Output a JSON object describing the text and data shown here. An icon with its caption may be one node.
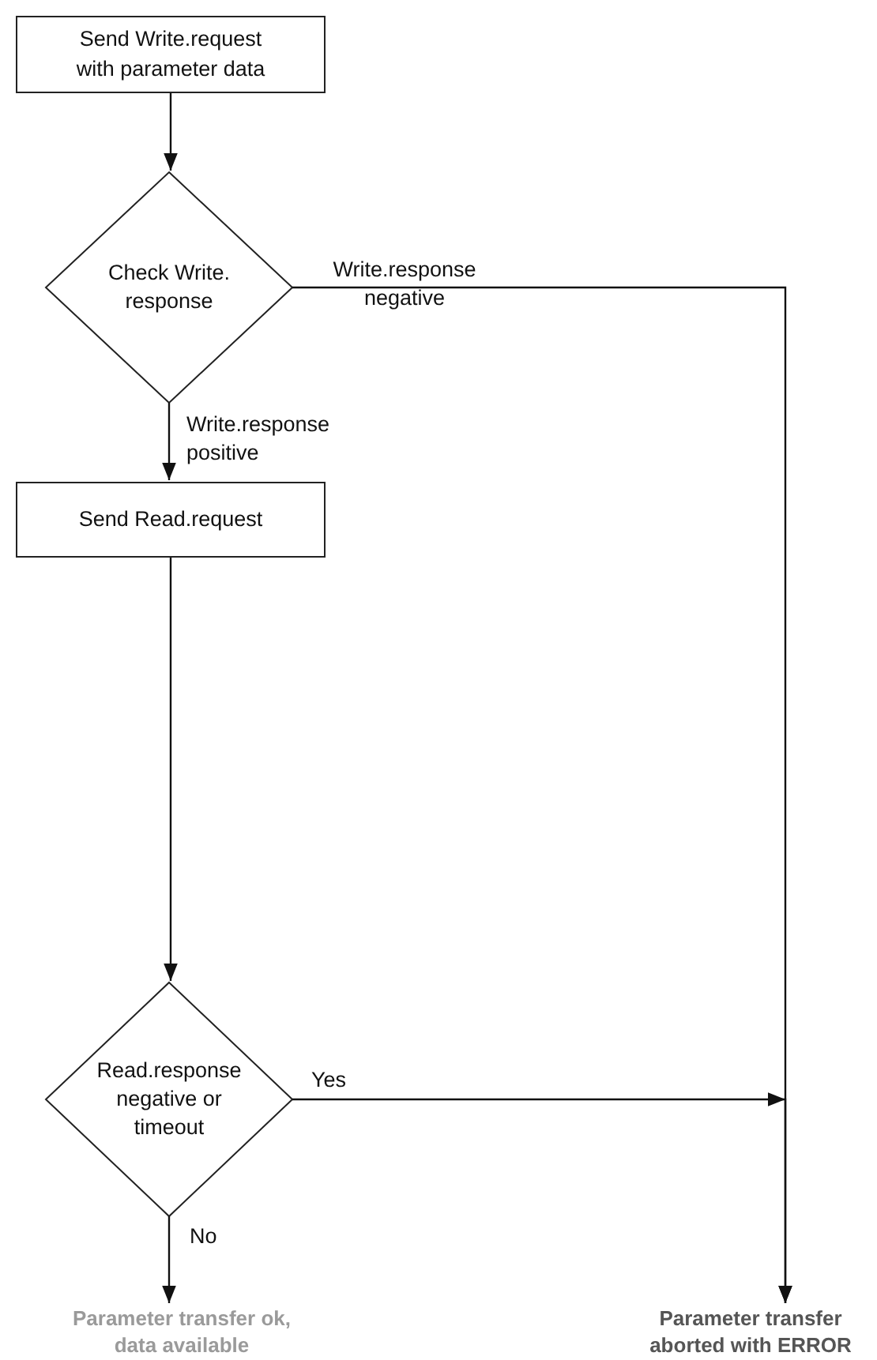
{
  "diagram": {
    "nodes": [
      {
        "text": [
          "Send Write.request with parameter data"
        ]
      },
      {
        "text": [
          "Check Write. response"
        ]
      },
      {
        "text": [
          "Send Read.request"
        ]
      },
      {
        "text": [
          "Read.response negative or timeout"
        ]
      },
      {
        "text": [
          "Parameter transfer ok, data available"
        ]
      },
      {
        "text": [
          "Parameter transfer aborted with ERROR"
        ]
      }
    ],
    "edges": [
      {
        "from": 0,
        "to": 1,
        "arrow": "to"
      },
      {
        "from": 1,
        "to": 5,
        "arrow": "to",
        "label": "Write.response negative"
      },
      {
        "from": 1,
        "to": 2,
        "arrow": "to",
        "label": "Write.response positive"
      },
      {
        "from": 2,
        "to": 3,
        "arrow": "to"
      },
      {
        "from": 3,
        "to": 5,
        "arrow": "to",
        "label": "Yes"
      },
      {
        "from": 3,
        "to": 4,
        "arrow": "to",
        "label": "No"
      }
    ]
  }
}
